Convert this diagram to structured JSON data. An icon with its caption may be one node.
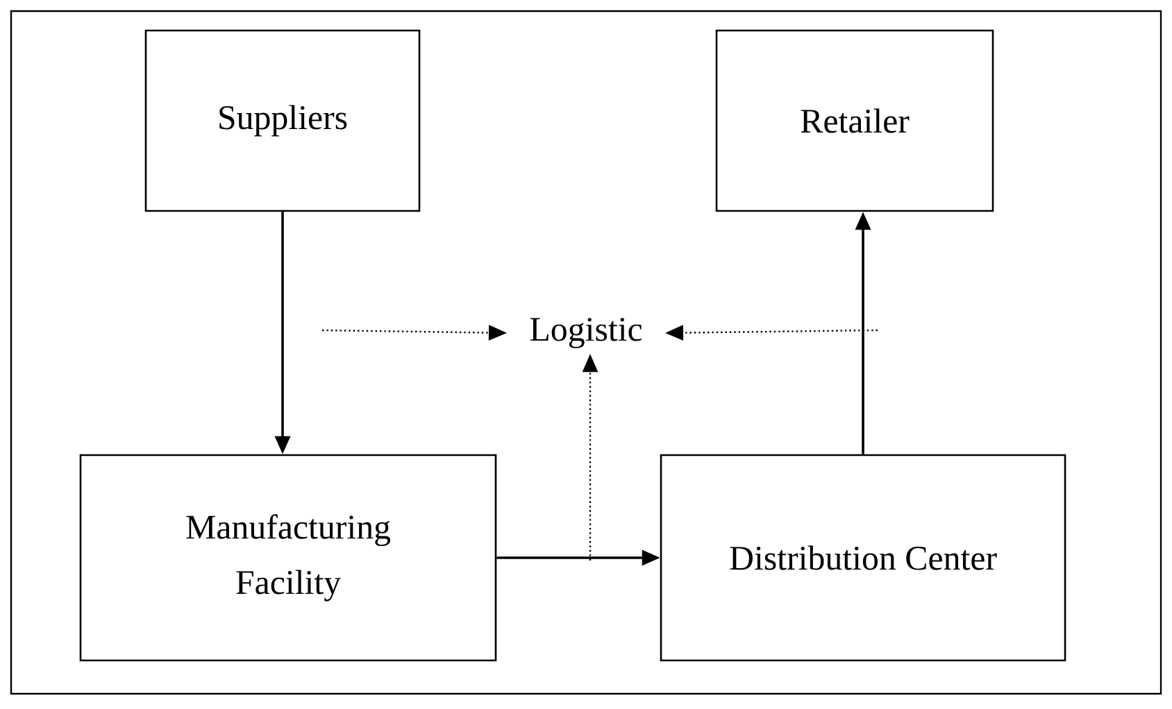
{
  "diagram": {
    "nodes": [
      {
        "text": [
          "Suppliers"
        ]
      },
      {
        "text": [
          "Retailer"
        ]
      },
      {
        "text": [
          "Manufacturing Facility"
        ]
      },
      {
        "text": [
          "Distribution Center"
        ]
      },
      {
        "text": [
          "Logistic"
        ]
      }
    ],
    "edges": [
      {
        "from": 0,
        "to": 2,
        "arrow": "to"
      },
      {
        "from": 2,
        "to": 3,
        "arrow": "to"
      },
      {
        "from": 3,
        "to": 1,
        "arrow": "to"
      },
      {
        "from": null,
        "to": 4,
        "arrow": "to",
        "style": "dashed"
      },
      {
        "from": null,
        "to": 4,
        "arrow": "to",
        "style": "dashed"
      },
      {
        "from": null,
        "to": 4,
        "arrow": "to",
        "style": "dashed"
      }
    ]
  }
}
